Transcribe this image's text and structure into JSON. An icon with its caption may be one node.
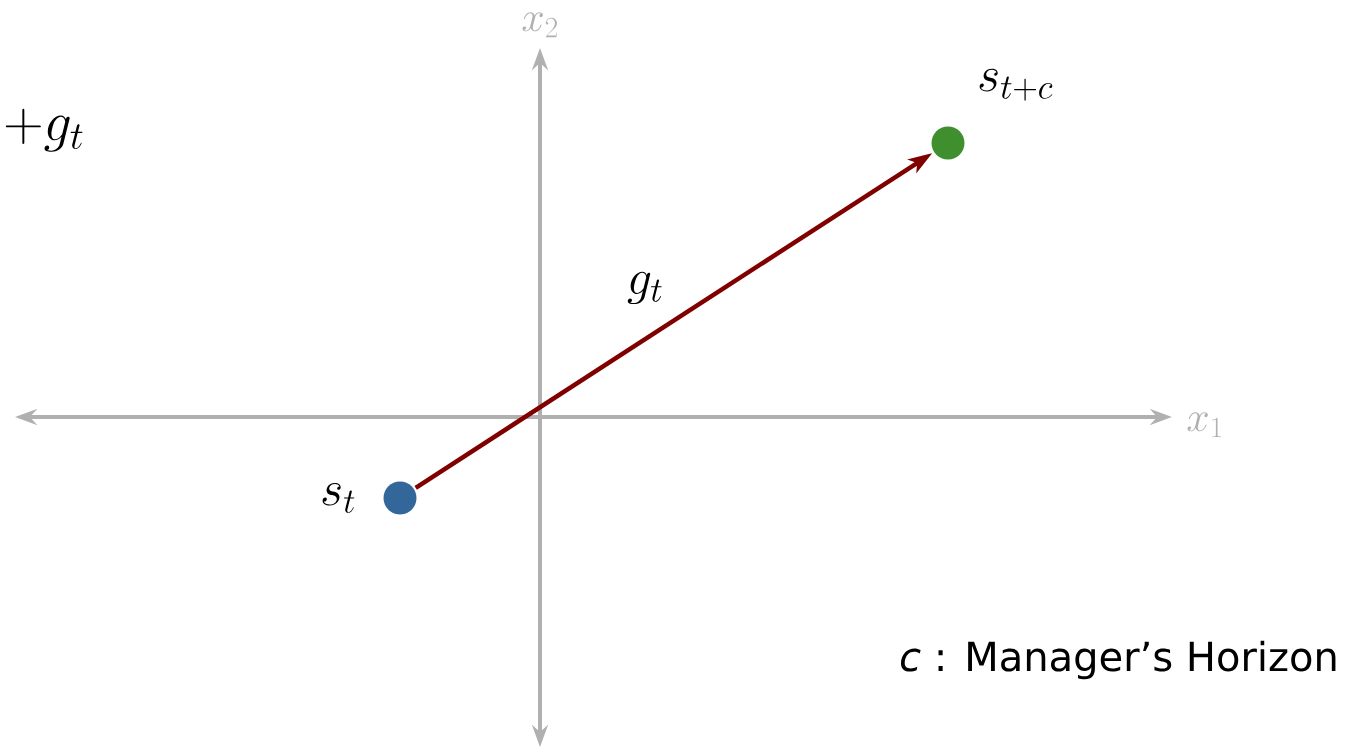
{
  "diagram": {
    "nodes": [
      {
        "text": [],
        "shape": "circle",
        "beside": [
          "s_t"
        ]
      },
      {
        "text": [],
        "shape": "circle",
        "beside": [
          "s_{t+c}"
        ]
      }
    ],
    "edges": [
      {
        "from": 0,
        "to": 1,
        "arrow": "to",
        "label": "g_t",
        "color": "#800000"
      }
    ],
    "labels": [
      "x_2",
      "+ g_t",
      "x_1",
      "*c* : Manager’s Horizon"
    ]
  }
}
